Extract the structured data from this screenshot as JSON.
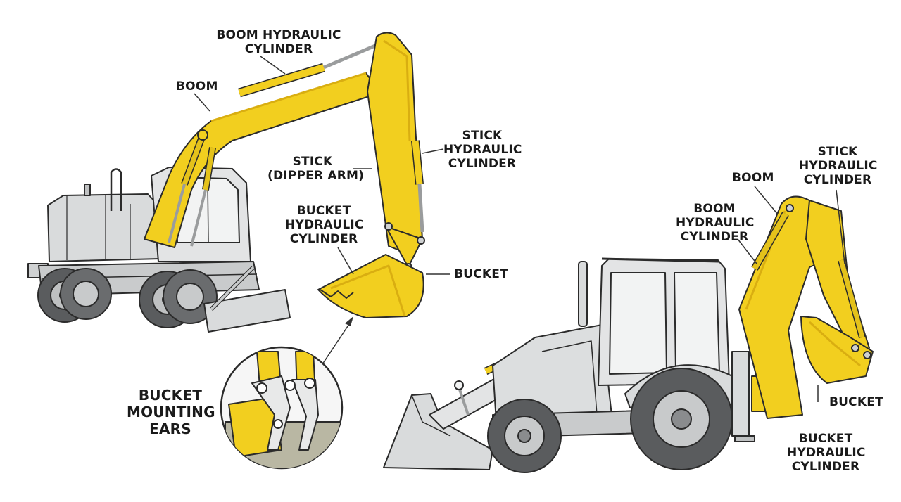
{
  "colors": {
    "yellow": "#f2cf1f",
    "yellow_dark": "#d9ae11",
    "body_gray": "#d9dbdc",
    "body_light": "#eceded",
    "tire": "#5a5c5e",
    "outline": "#2b2b2b",
    "leader": "#333333"
  },
  "excavator": {
    "boom_hydraulic_cylinder": [
      "BOOM HYDRAULIC",
      "CYLINDER"
    ],
    "boom": "BOOM",
    "stick": [
      "STICK",
      "(DIPPER ARM)"
    ],
    "stick_hydraulic_cylinder": [
      "STICK",
      "HYDRAULIC",
      "CYLINDER"
    ],
    "bucket_hydraulic_cylinder": [
      "BUCKET",
      "HYDRAULIC",
      "CYLINDER"
    ],
    "bucket": "BUCKET"
  },
  "detail": {
    "bucket_mounting_ears": [
      "BUCKET",
      "MOUNTING",
      "EARS"
    ]
  },
  "backhoe": {
    "boom": "BOOM",
    "stick_hydraulic_cylinder": [
      "STICK",
      "HYDRAULIC",
      "CYLINDER"
    ],
    "boom_hydraulic_cylinder": [
      "BOOM",
      "HYDRAULIC",
      "CYLINDER"
    ],
    "bucket": "BUCKET",
    "bucket_hydraulic_cylinder": [
      "BUCKET",
      "HYDRAULIC",
      "CYLINDER"
    ]
  }
}
